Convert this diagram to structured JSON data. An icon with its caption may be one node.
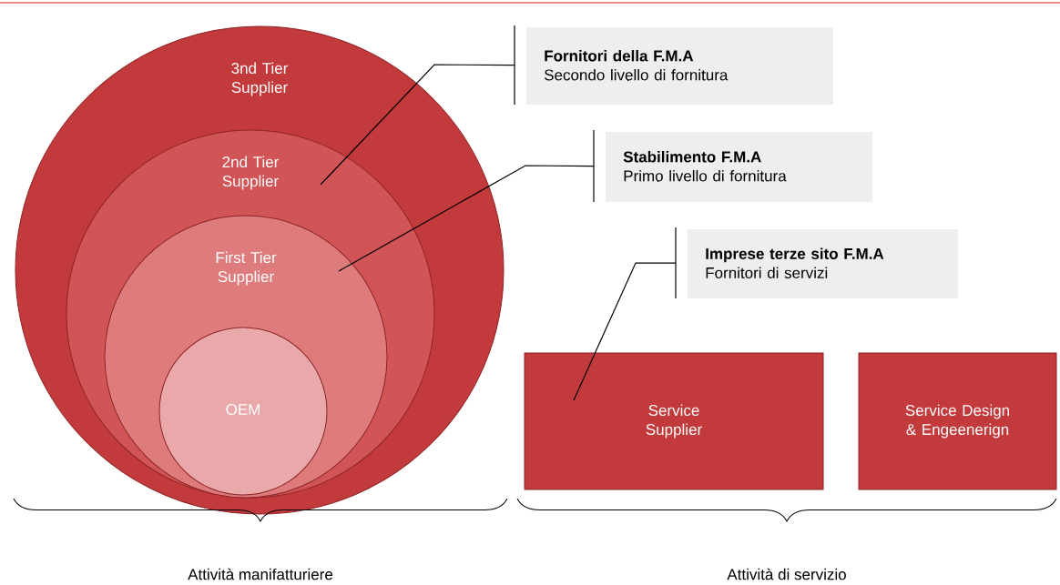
{
  "diagram": {
    "nodes": [
      {
        "text": [
          "3nd Tier Supplier"
        ]
      },
      {
        "text": [
          "2nd Tier Supplier"
        ],
        "in": 0
      },
      {
        "text": [
          "First Tier Supplier"
        ],
        "in": 1
      },
      {
        "text": [
          "OEM"
        ],
        "in": 2
      },
      {
        "text": [
          "Fornitori della F.M.A",
          "Secondo livello di fornitura"
        ]
      },
      {
        "text": [
          "Stabilimento F.M.A",
          "Primo livello di fornitura"
        ]
      },
      {
        "text": [
          "Imprese terze sito F.M.A",
          "Fornitori di servizi"
        ]
      },
      {
        "text": [
          "Service Supplier"
        ]
      },
      {
        "text": [
          "Service Design & Engeenerign"
        ]
      }
    ],
    "edges": [
      {
        "from": 4,
        "to": 1,
        "arrow": "none"
      },
      {
        "from": 5,
        "to": 2,
        "arrow": "none"
      },
      {
        "from": 6,
        "to": 7,
        "arrow": "none"
      }
    ],
    "labels": [
      "Attività manifatturiere",
      "Attività di servizio"
    ]
  }
}
